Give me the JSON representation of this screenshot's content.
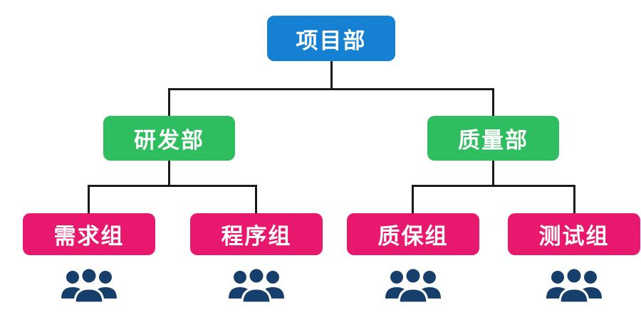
{
  "diagram": {
    "type": "org-chart",
    "colors": {
      "background": "#ffffff",
      "root": "#1681d3",
      "dept": "#2ebd5f",
      "group": "#e8186f",
      "line": "#1a1a1a",
      "people": "#173f6b"
    },
    "root": {
      "label": "项目部"
    },
    "departments": [
      {
        "label": "研发部",
        "groups": [
          {
            "label": "需求组"
          },
          {
            "label": "程序组"
          }
        ]
      },
      {
        "label": "质量部",
        "groups": [
          {
            "label": "质保组"
          },
          {
            "label": "测试组"
          }
        ]
      }
    ]
  }
}
